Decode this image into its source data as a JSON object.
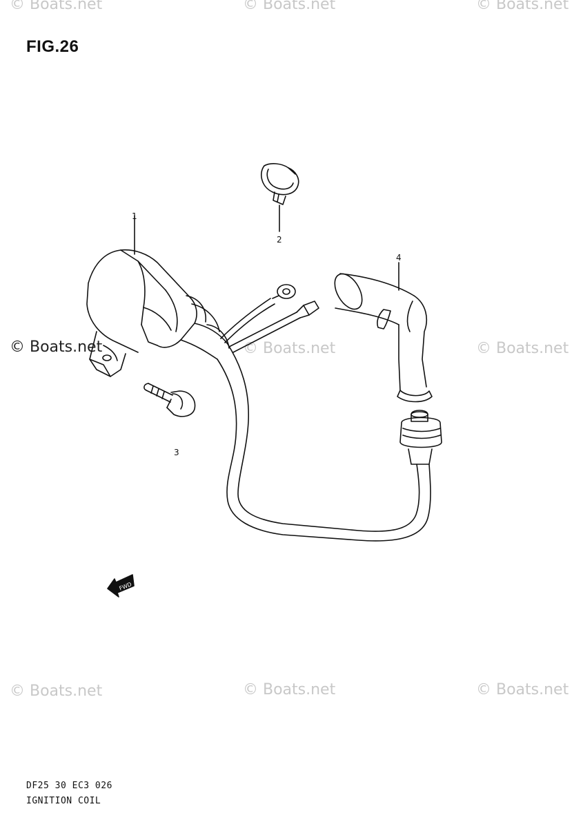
{
  "figure": {
    "title": "FIG.26"
  },
  "watermarks": {
    "text": "© Boats.net",
    "strong_text": "© Boats.net"
  },
  "callouts": {
    "item1": "1",
    "item2": "2",
    "item3": "3",
    "item4": "4"
  },
  "direction_arrow": {
    "label": "FWD"
  },
  "footer": {
    "diagram_code": "DF25 30 EC3 026",
    "caption": "IGNITION COIL"
  },
  "colors": {
    "line": "#111111",
    "watermark": "#c8c8c8"
  }
}
